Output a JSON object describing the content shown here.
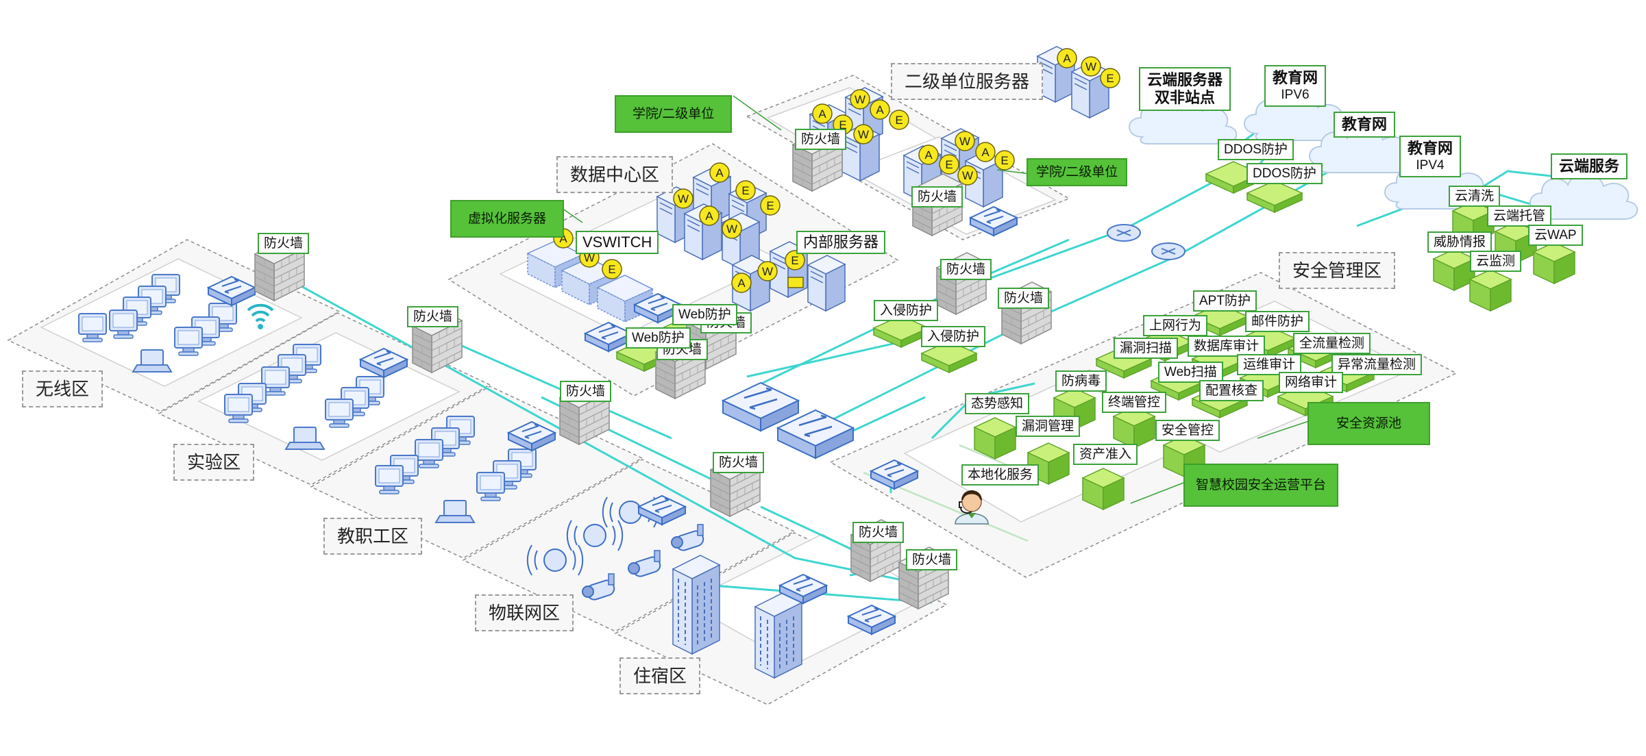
{
  "zones": {
    "wireless": "无线区",
    "lab": "实验区",
    "staff": "教职工区",
    "iot": "物联网区",
    "dorm": "住宿区",
    "datacenter": "数据中心区",
    "secondary_servers": "二级单位服务器",
    "security_mgmt": "安全管理区"
  },
  "firewall_label": "防火墙",
  "green_boxes": {
    "virtualization": "虚拟化服务器",
    "college1": "学院/二级单位",
    "college2": "学院/二级单位",
    "security_pool": "安全资源池",
    "soc_platform": "智慧校园安全运营平台"
  },
  "vswitch": "VSWITCH",
  "internal_servers": "内部服务器",
  "web_protect": "Web防护",
  "ids": "入侵防护",
  "ddos": "DDOS防护",
  "clouds": {
    "cloud_servers": "云端服务器",
    "cloud_servers_sub": "双非站点",
    "edu_ipv6": "教育网",
    "edu_ipv6_sub": "IPV6",
    "edu": "教育网",
    "edu_ipv4": "教育网",
    "edu_ipv4_sub": "IPV4",
    "cloud_service": "云端服务"
  },
  "cloud_services": {
    "clean": "云清洗",
    "hosting": "云端托管",
    "threat": "威胁情报",
    "waf": "云WAP",
    "monitor": "云监测"
  },
  "security_items": {
    "apt": "APT防护",
    "online": "上网行为",
    "mail": "邮件防护",
    "vulnscan": "漏洞扫描",
    "dbaudit": "数据库审计",
    "fullflow": "全流量检测",
    "webscan": "Web扫描",
    "opsaudit": "运维审计",
    "anomaly": "异常流量检测",
    "config": "配置核查",
    "netaudit": "网络审计",
    "antivirus": "防病毒",
    "endpoint": "终端管控",
    "situation": "态势感知",
    "vulnmgmt": "漏洞管理",
    "secctrl": "安全管控",
    "assets": "资产准入",
    "local": "本地化服务"
  },
  "server_badges": [
    "A",
    "W",
    "E"
  ],
  "colors": {
    "link": "#3dd6d0",
    "accent_green": "#55c23a",
    "label_border": "#3aa23a",
    "badge": "#f7e81e",
    "server": "#cfdcf6"
  },
  "icons": [
    "computer-icon",
    "laptop-icon",
    "switch-icon",
    "wifi-icon",
    "server-icon",
    "firewall-icon",
    "router-icon",
    "camera-icon",
    "sensor-icon",
    "building-icon",
    "cloud-icon",
    "security-cube-icon",
    "operator-icon"
  ]
}
